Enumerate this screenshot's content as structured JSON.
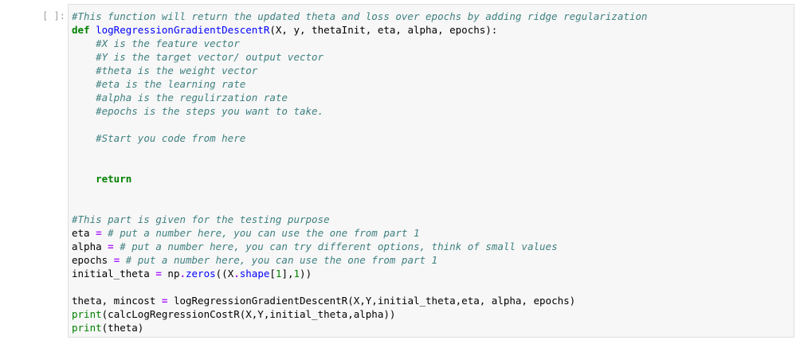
{
  "cell": {
    "prompt": "[ ]:",
    "lines": [
      [
        {
          "t": "#This function will return the updated theta and loss over epochs by adding ridge regularization",
          "c": "comment"
        }
      ],
      [
        {
          "t": "def",
          "c": "keyword"
        },
        {
          "t": " ",
          "c": "plain"
        },
        {
          "t": "logRegressionGradientDescentR",
          "c": "fn"
        },
        {
          "t": "(X, y, thetaInit, eta, alpha, epochs):",
          "c": "plain"
        }
      ],
      [
        {
          "t": "    ",
          "c": "plain"
        },
        {
          "t": "#X is the feature vector",
          "c": "comment"
        }
      ],
      [
        {
          "t": "    ",
          "c": "plain"
        },
        {
          "t": "#Y is the target vector/ output vector",
          "c": "comment"
        }
      ],
      [
        {
          "t": "    ",
          "c": "plain"
        },
        {
          "t": "#theta is the weight vector",
          "c": "comment"
        }
      ],
      [
        {
          "t": "    ",
          "c": "plain"
        },
        {
          "t": "#eta is the learning rate",
          "c": "comment"
        }
      ],
      [
        {
          "t": "    ",
          "c": "plain"
        },
        {
          "t": "#alpha is the regulirzation rate",
          "c": "comment"
        }
      ],
      [
        {
          "t": "    ",
          "c": "plain"
        },
        {
          "t": "#epochs is the steps you want to take.",
          "c": "comment"
        }
      ],
      [],
      [
        {
          "t": "    ",
          "c": "plain"
        },
        {
          "t": "#Start you code from here",
          "c": "comment"
        }
      ],
      [],
      [],
      [
        {
          "t": "    ",
          "c": "plain"
        },
        {
          "t": "return",
          "c": "keyword"
        }
      ],
      [],
      [],
      [
        {
          "t": "#This part is given for the testing purpose",
          "c": "comment"
        }
      ],
      [
        {
          "t": "eta ",
          "c": "plain"
        },
        {
          "t": "=",
          "c": "op"
        },
        {
          "t": " ",
          "c": "plain"
        },
        {
          "t": "# put a number here, you can use the one from part 1",
          "c": "comment"
        }
      ],
      [
        {
          "t": "alpha ",
          "c": "plain"
        },
        {
          "t": "=",
          "c": "op"
        },
        {
          "t": " ",
          "c": "plain"
        },
        {
          "t": "# put a number here, you can try different options, think of small values",
          "c": "comment"
        }
      ],
      [
        {
          "t": "epochs ",
          "c": "plain"
        },
        {
          "t": "=",
          "c": "op"
        },
        {
          "t": " ",
          "c": "plain"
        },
        {
          "t": "# put a number here, you can use the one from part 1",
          "c": "comment"
        }
      ],
      [
        {
          "t": "initial_theta ",
          "c": "plain"
        },
        {
          "t": "=",
          "c": "op"
        },
        {
          "t": " np",
          "c": "plain"
        },
        {
          "t": ".",
          "c": "op"
        },
        {
          "t": "zeros",
          "c": "method"
        },
        {
          "t": "((X",
          "c": "plain"
        },
        {
          "t": ".",
          "c": "op"
        },
        {
          "t": "shape",
          "c": "method"
        },
        {
          "t": "[",
          "c": "plain"
        },
        {
          "t": "1",
          "c": "num"
        },
        {
          "t": "],",
          "c": "plain"
        },
        {
          "t": "1",
          "c": "num"
        },
        {
          "t": "))",
          "c": "plain"
        }
      ],
      [],
      [
        {
          "t": "theta, mincost ",
          "c": "plain"
        },
        {
          "t": "=",
          "c": "op"
        },
        {
          "t": " logRegressionGradientDescentR(X,Y,initial_theta,eta, alpha, epochs)",
          "c": "plain"
        }
      ],
      [
        {
          "t": "print",
          "c": "builtin"
        },
        {
          "t": "(calcLogRegressionCostR(X,Y,initial_theta,alpha))",
          "c": "plain"
        }
      ],
      [
        {
          "t": "print",
          "c": "builtin"
        },
        {
          "t": "(theta)",
          "c": "plain"
        }
      ]
    ]
  }
}
